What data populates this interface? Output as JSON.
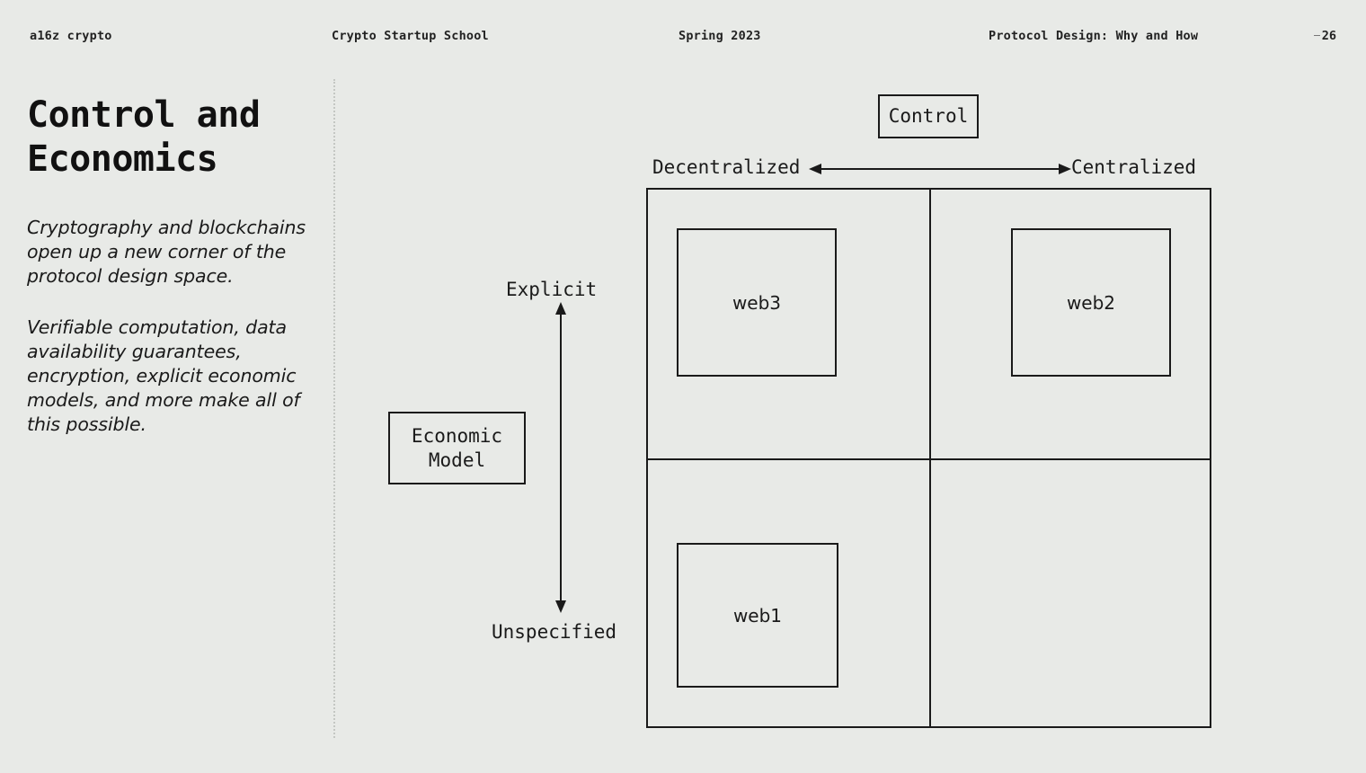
{
  "header": {
    "brand": "a16z crypto",
    "course": "Crypto Startup School",
    "term": "Spring 2023",
    "lecture": "Protocol Design: Why and How",
    "page_number": "26"
  },
  "slide": {
    "title": "Control and\nEconomics",
    "paragraphs": [
      "Cryptography and blockchains open up a new corner of the protocol design space.",
      "Verifiable computation, data availability guarantees, encryption, explicit economic models, and more make all of this possible."
    ]
  },
  "diagram": {
    "x_axis": {
      "title": "Control",
      "left_label": "Decentralized",
      "right_label": "Centralized"
    },
    "y_axis": {
      "title": "Economic\nModel",
      "top_label": "Explicit",
      "bottom_label": "Unspecified"
    },
    "quadrants": [
      {
        "id": "top-left",
        "label": "web3",
        "x": "Decentralized",
        "y": "Explicit"
      },
      {
        "id": "top-right",
        "label": "web2",
        "x": "Centralized",
        "y": "Explicit"
      },
      {
        "id": "bottom-left",
        "label": "web1",
        "x": "Decentralized",
        "y": "Unspecified"
      },
      {
        "id": "bottom-right",
        "label": "",
        "x": "Centralized",
        "y": "Unspecified"
      }
    ]
  },
  "colors": {
    "background": "#e8eae7",
    "ink": "#1a1a1a",
    "divider": "#c4c7c3"
  }
}
